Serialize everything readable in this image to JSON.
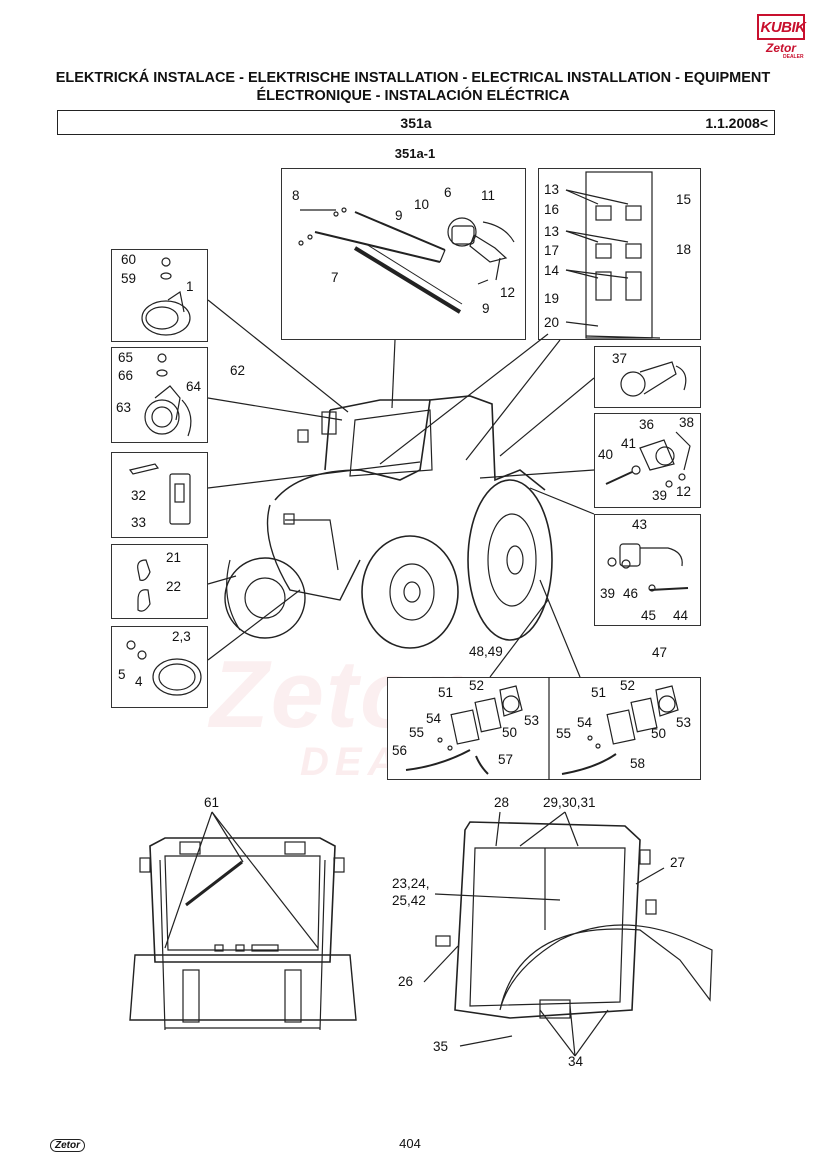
{
  "header": {
    "title_line1": "ELEKTRICKÁ INSTALACE - ELEKTRISCHE INSTALLATION - ELECTRICAL INSTALLATION - EQUIPMENT",
    "title_line2": "ÉLECTRONIQUE - INSTALACIÓN ELÉCTRICA",
    "code": "351a",
    "date": "1.1.2008<",
    "subtitle": "351a-1"
  },
  "logo": {
    "top": "KUBIK",
    "bottom": "Zetor",
    "dealer": "DEALER"
  },
  "watermark": {
    "main": "Zetor",
    "sub": "DEALER"
  },
  "labels": {
    "wiper": [
      "8",
      "6",
      "10",
      "11",
      "9",
      "7",
      "12",
      "9"
    ],
    "fuse": [
      "13",
      "16",
      "15",
      "13",
      "17",
      "18",
      "14",
      "19",
      "20"
    ],
    "lamp_a": [
      "60",
      "59",
      "1"
    ],
    "lamp_b": [
      "65",
      "66",
      "63",
      "64",
      "62"
    ],
    "small_a": [
      "32",
      "33"
    ],
    "small_b": [
      "21",
      "22"
    ],
    "small_c": [
      "2,3",
      "5",
      "4"
    ],
    "horn": [
      "37"
    ],
    "beacon": [
      "36",
      "38",
      "41",
      "40",
      "39",
      "12"
    ],
    "sensor": [
      "43",
      "39",
      "46",
      "45",
      "44"
    ],
    "rear_a": [
      "48,49",
      "51",
      "52",
      "54",
      "53",
      "55",
      "50",
      "56",
      "57"
    ],
    "rear_b": [
      "47",
      "51",
      "52",
      "54",
      "53",
      "55",
      "50",
      "58"
    ],
    "cab_front": [
      "61"
    ],
    "cab_side": [
      "28",
      "29,30,31",
      "27",
      "23,24,",
      "25,42",
      "26",
      "35",
      "34"
    ]
  },
  "footer": {
    "page": "404",
    "logo": "Zetor"
  }
}
